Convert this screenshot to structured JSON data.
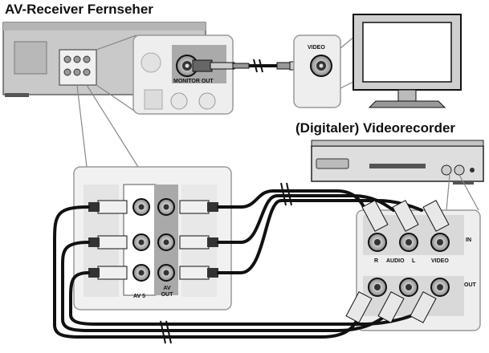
{
  "labels": {
    "header_devices": "AV-Receiver Fernseher",
    "recorder_title": "(Digitaler) Videorecorder",
    "tv_input": "VIDEO",
    "receiver_output": "MONITOR OUT",
    "rec_in": "IN",
    "rec_out": "OUT",
    "rec_r": "R",
    "rec_audio": "AUDIO",
    "rec_l": "L",
    "rec_video": "VIDEO",
    "av_jack": "AV 5",
    "av_out": "AV OUT"
  }
}
